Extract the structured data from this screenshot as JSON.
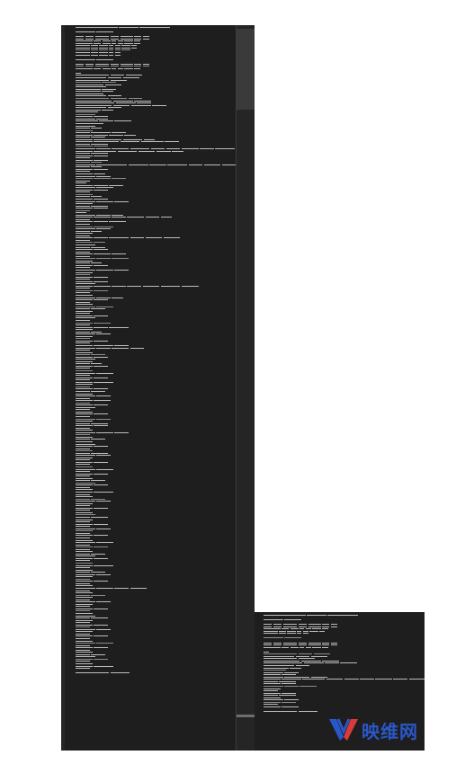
{
  "watermark": {
    "text": "映维网",
    "brand_color": "#2a57c8"
  },
  "windows": [
    {
      "id": "main",
      "lines": [
        [
          30,
          14,
          22
        ],
        [],
        [
          14,
          12
        ],
        [],
        [
          6,
          6,
          10,
          6,
          9,
          5,
          5
        ],
        [
          6,
          6,
          10,
          6,
          9,
          5,
          5
        ],
        [
          12,
          5,
          6,
          3,
          4,
          6,
          4
        ],
        [
          12,
          5,
          6,
          3,
          4,
          6,
          4
        ],
        [
          10,
          5,
          6,
          3,
          4,
          6,
          4
        ],
        [
          10,
          5,
          6,
          3,
          4,
          6,
          4
        ],
        [
          10,
          5,
          6,
          3,
          4,
          6
        ],
        [
          10,
          5,
          6,
          3,
          4
        ],
        [
          10,
          5,
          6,
          3,
          4
        ],
        [],
        [
          14,
          12
        ],
        [],
        [
          6,
          6,
          10,
          6,
          9,
          5,
          5
        ],
        [
          6,
          6,
          10,
          6,
          9,
          5,
          5
        ],
        [
          12,
          5,
          6,
          3,
          4,
          6,
          4
        ],
        [],
        [
          4
        ],
        [
          24,
          10,
          12
        ],
        [
          22,
          10,
          12
        ],
        [
          24,
          12
        ],
        [
          18,
          10
        ],
        [
          20,
          12
        ],
        [
          22
        ],
        [
          18,
          10
        ],
        [
          18,
          8
        ],
        [
          20
        ],
        [
          22,
          10
        ],
        [
          24,
          12,
          10
        ],
        [
          26,
          14,
          12
        ],
        [
          28,
          14,
          10
        ],
        [
          26,
          12,
          14,
          10
        ],
        [
          22,
          10
        ],
        [
          18,
          8
        ],
        [
          16
        ],
        [
          14
        ],
        [
          12,
          10
        ],
        [
          14,
          8
        ],
        [
          16,
          10,
          12
        ],
        [
          20
        ],
        [
          14
        ],
        [
          10,
          8
        ],
        [
          12
        ],
        [
          10,
          14,
          10
        ],
        [
          12,
          10,
          10,
          8
        ],
        [
          10,
          10
        ],
        [
          12,
          20,
          14,
          8
        ],
        [
          12,
          18,
          14,
          16,
          10
        ],
        [
          10,
          12
        ],
        [
          12,
          10
        ],
        [
          14,
          10,
          12,
          14,
          10,
          10,
          12,
          10,
          14
        ],
        [
          12,
          16,
          14,
          12,
          10,
          8
        ],
        [
          10,
          12
        ],
        [
          12,
          10
        ],
        [
          10
        ],
        [
          12,
          10
        ],
        [
          10,
          8
        ],
        [
          14,
          22,
          14,
          12,
          14,
          10,
          12,
          12,
          10,
          14
        ],
        [
          10,
          8
        ],
        [
          12,
          10
        ],
        [
          10
        ],
        [
          12,
          8
        ],
        [
          14,
          10
        ],
        [
          12,
          12,
          10
        ],
        [
          10
        ],
        [
          8
        ],
        [
          12,
          10,
          10
        ],
        [
          14,
          12
        ],
        [
          12,
          10
        ],
        [
          10
        ],
        [
          12
        ],
        [
          10,
          8
        ],
        [
          12,
          10
        ],
        [
          14,
          12,
          10
        ],
        [
          12
        ],
        [
          10,
          12
        ],
        [
          12,
          10
        ],
        [
          10
        ],
        [
          8
        ],
        [
          14,
          10,
          8
        ],
        [
          12,
          12,
          10,
          12,
          10,
          8
        ],
        [
          10
        ],
        [
          12,
          10,
          12
        ],
        [
          10
        ],
        [
          12,
          14
        ],
        [
          14,
          10
        ],
        [
          10,
          8
        ],
        [
          12
        ],
        [
          10
        ],
        [
          12,
          10,
          14,
          10,
          12,
          12
        ],
        [
          10
        ],
        [
          12,
          8
        ],
        [
          14
        ],
        [
          10,
          10
        ],
        [
          12,
          10
        ],
        [
          10
        ],
        [
          12,
          12,
          10
        ],
        [
          10
        ],
        [
          14,
          10,
          12
        ],
        [
          12
        ],
        [
          10,
          8
        ],
        [
          12,
          10
        ],
        [
          10
        ],
        [
          14,
          12,
          10
        ],
        [
          12
        ],
        [
          10
        ],
        [
          12,
          10
        ],
        [
          10
        ],
        [
          12,
          10
        ],
        [
          14
        ],
        [
          12,
          12,
          10,
          10,
          12,
          14,
          12
        ],
        [
          10
        ],
        [
          12,
          10
        ],
        [
          10
        ],
        [
          12
        ],
        [
          14,
          10,
          8
        ],
        [
          12,
          10
        ],
        [
          10
        ],
        [
          12
        ],
        [
          14,
          12
        ],
        [
          10,
          10
        ],
        [
          12
        ],
        [
          10
        ],
        [
          12,
          10
        ],
        [
          14
        ],
        [
          10
        ],
        [
          12,
          12
        ],
        [
          10
        ],
        [
          12,
          10,
          14
        ],
        [
          12
        ],
        [
          10,
          8
        ],
        [
          14,
          10
        ],
        [
          12
        ],
        [
          10
        ],
        [
          12,
          10
        ],
        [
          10
        ],
        [
          12,
          14,
          10
        ],
        [
          14,
          10,
          12,
          10
        ],
        [
          10
        ],
        [
          12
        ],
        [
          10,
          10
        ],
        [
          12,
          10
        ],
        [
          14
        ],
        [
          12
        ],
        [
          10,
          8
        ],
        [
          12,
          10
        ],
        [
          10
        ],
        [
          12
        ],
        [
          14,
          12
        ],
        [
          10
        ],
        [
          12,
          10
        ],
        [
          10
        ],
        [
          12,
          14
        ],
        [
          12
        ],
        [
          10
        ],
        [
          12,
          10
        ],
        [
          10,
          10
        ],
        [
          12
        ],
        [
          14,
          10
        ],
        [
          10
        ],
        [
          12,
          12
        ],
        [
          10
        ],
        [
          12,
          10
        ],
        [
          14
        ],
        [
          10
        ],
        [
          12
        ],
        [
          12,
          10
        ],
        [
          10
        ],
        [
          14,
          10
        ],
        [
          12
        ],
        [
          10,
          12
        ],
        [
          12,
          10
        ],
        [
          10
        ],
        [
          12
        ],
        [
          14,
          12,
          10
        ],
        [
          10
        ],
        [
          12
        ],
        [
          10,
          10
        ],
        [
          12
        ],
        [
          14
        ],
        [
          12,
          10
        ],
        [
          10
        ],
        [
          12
        ],
        [
          10,
          12
        ],
        [
          14,
          10
        ],
        [
          12
        ],
        [
          10
        ],
        [
          12,
          10
        ],
        [
          10
        ],
        [
          12
        ],
        [
          14,
          12
        ],
        [
          10
        ],
        [
          12,
          10
        ],
        [
          10
        ],
        [
          12
        ],
        [
          10,
          10
        ],
        [
          14
        ],
        [
          12,
          10
        ],
        [
          10
        ],
        [
          12
        ],
        [
          12,
          14
        ],
        [
          10
        ],
        [
          12
        ],
        [
          10,
          10
        ],
        [
          14,
          10
        ],
        [
          12
        ],
        [
          10
        ],
        [
          12,
          10
        ],
        [
          10
        ],
        [
          12
        ],
        [
          14
        ],
        [
          10,
          12
        ],
        [
          12
        ],
        [
          10
        ],
        [
          12,
          10
        ],
        [
          10
        ],
        [
          14,
          10
        ],
        [
          12
        ],
        [
          10
        ],
        [
          12,
          10
        ],
        [
          10
        ],
        [
          12
        ],
        [
          14,
          12
        ],
        [
          10
        ],
        [
          12,
          10
        ],
        [
          10
        ],
        [
          12
        ],
        [
          10,
          10
        ],
        [
          14
        ],
        [
          12,
          10
        ],
        [
          10
        ],
        [
          12
        ],
        [
          12,
          14
        ],
        [
          10
        ],
        [
          12
        ],
        [
          10,
          10
        ],
        [
          14,
          10
        ],
        [
          12
        ],
        [
          10
        ],
        [
          12,
          10
        ],
        [
          10
        ],
        [
          12
        ],
        [
          14,
          12,
          10,
          12
        ],
        [
          10
        ],
        [
          12
        ],
        [
          10,
          10
        ],
        [
          12
        ],
        [
          10
        ],
        [
          14,
          10
        ],
        [
          12
        ],
        [
          10
        ],
        [
          12,
          10
        ],
        [
          10
        ],
        [
          12
        ],
        [
          14
        ],
        [
          10,
          12
        ],
        [
          12
        ],
        [
          10
        ],
        [
          12,
          10
        ],
        [
          10
        ],
        [
          14,
          10
        ],
        [
          12
        ],
        [
          10
        ],
        [
          12,
          10
        ],
        [
          10
        ],
        [
          12
        ],
        [
          14,
          12
        ],
        [
          10
        ],
        [
          12,
          10
        ],
        [
          10
        ],
        [
          12
        ],
        [
          10,
          10
        ],
        [
          14
        ],
        [
          12,
          10
        ],
        [
          10
        ],
        [
          12
        ],
        [
          12,
          14
        ],
        [
          10
        ],
        [],
        [
          24,
          14
        ]
      ]
    },
    {
      "id": "small",
      "lines": [
        [
          30,
          14,
          22
        ],
        [],
        [
          14,
          12
        ],
        [],
        [
          6,
          6,
          10,
          6,
          9,
          5,
          5
        ],
        [
          6,
          6,
          10,
          6,
          9,
          5,
          5
        ],
        [
          12,
          5,
          6,
          3,
          4,
          6,
          4
        ],
        [
          10,
          5,
          6,
          3,
          4,
          6,
          4
        ],
        [
          10,
          5,
          6,
          3,
          4
        ],
        [],
        [
          14,
          12
        ],
        [],
        [
          6,
          6,
          10,
          6,
          9,
          5,
          5
        ],
        [
          6,
          6,
          10,
          6,
          9,
          5,
          5
        ],
        [
          12,
          5,
          6,
          3,
          4,
          6,
          4
        ],
        [],
        [
          4
        ],
        [
          24,
          10,
          12
        ],
        [
          22,
          10,
          12
        ],
        [
          24,
          12
        ],
        [
          26,
          14,
          12
        ],
        [
          28,
          14,
          10,
          12
        ],
        [
          22,
          10
        ],
        [
          18,
          8
        ],
        [
          16
        ],
        [
          14,
          10
        ],
        [
          12,
          10
        ],
        [
          14,
          18,
          12
        ],
        [
          12,
          14,
          16,
          12,
          10,
          10,
          12,
          10,
          14,
          12
        ],
        [
          10,
          12
        ],
        [
          12,
          10
        ],
        [
          14,
          10,
          12
        ],
        [
          12
        ],
        [
          10
        ],
        [
          12,
          10
        ],
        [
          10,
          12
        ],
        [
          12
        ],
        [
          14,
          10
        ],
        [
          12,
          10
        ],
        [
          10
        ],
        [
          12,
          12
        ],
        [],
        [
          24,
          14
        ]
      ]
    }
  ]
}
